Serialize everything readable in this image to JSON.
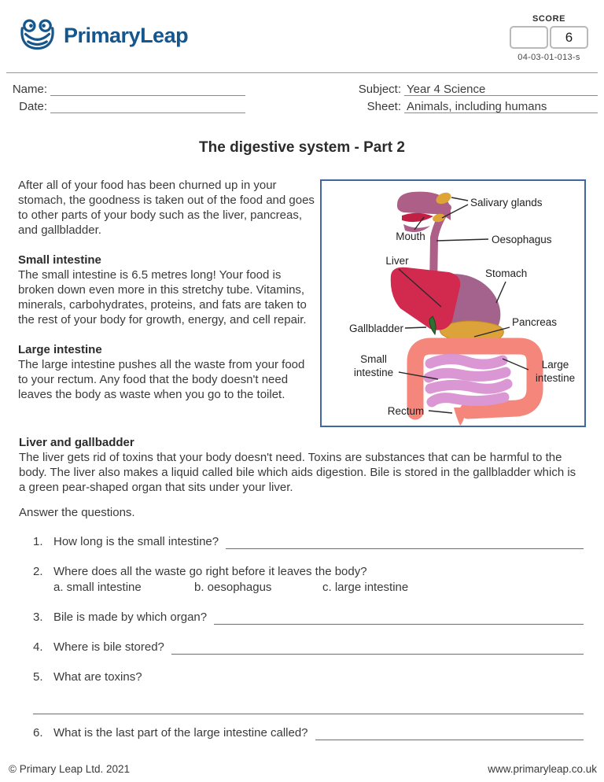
{
  "brand": {
    "name": "PrimaryLeap",
    "color": "#15568d"
  },
  "score": {
    "label": "SCORE",
    "value": "6",
    "code": "04-03-01-013-s"
  },
  "fields": {
    "name_label": "Name:",
    "date_label": "Date:",
    "subject_label": "Subject:",
    "subject_value": "Year 4 Science",
    "sheet_label": "Sheet:",
    "sheet_value": "Animals, including humans"
  },
  "title": "The digestive system - Part 2",
  "intro": "After all of your food has been churned up in your stomach, the goodness is taken out of the food and goes to other parts of your body such as the liver, pancreas, and gallbladder.",
  "sections": [
    {
      "heading": "Small intestine",
      "body": "The small intestine is 6.5 metres long! Your food is broken down even more in this stretchy tube. Vitamins, minerals, carbohydrates, proteins, and fats are taken to the rest of your body for growth, energy, and cell repair."
    },
    {
      "heading": "Large intestine",
      "body": "The large intestine pushes all the waste from your food to your rectum. Any food that the body doesn't need leaves the body as waste when you go to the toilet."
    },
    {
      "heading": "Liver and gallbadder",
      "body": "The liver gets rid of toxins that your body doesn't need. Toxins are substances that can be harmful to the body. The liver also makes a liquid called bile which aids digestion. Bile is stored in the gallbladder which is a green pear-shaped organ that sits under your liver."
    }
  ],
  "diagram": {
    "border_color": "#40679e",
    "labels": {
      "salivary_glands": "Salivary glands",
      "mouth": "Mouth",
      "oesophagus": "Oesophagus",
      "liver": "Liver",
      "stomach": "Stomach",
      "gallbladder": "Gallbladder",
      "pancreas": "Pancreas",
      "small_intestine_1": "Small",
      "small_intestine_2": "intestine",
      "large_intestine_1": "Large",
      "large_intestine_2": "intestine",
      "rectum": "Rectum"
    },
    "colors": {
      "head": "#ad5f87",
      "mouth": "#c21f45",
      "salivary": "#dfa437",
      "oesophagus": "#ad5f87",
      "stomach": "#a4638c",
      "liver": "#d22a4e",
      "gallbladder": "#2e7032",
      "pancreas": "#dca33a",
      "large_intestine": "#f5867b",
      "small_intestine": "#da97d3"
    }
  },
  "answer_prompt": "Answer the questions.",
  "questions": [
    {
      "num": "1.",
      "text": "How long is the small intestine?"
    },
    {
      "num": "2.",
      "text": "Where does all the waste go right before it leaves the body?",
      "options": [
        "a. small intestine",
        "b. oesophagus",
        "c. large intestine"
      ]
    },
    {
      "num": "3.",
      "text": "Bile is made by which organ?"
    },
    {
      "num": "4.",
      "text": "Where is bile stored?"
    },
    {
      "num": "5.",
      "text": "What are toxins?"
    },
    {
      "num": "6.",
      "text": "What is the last part of the large intestine called?"
    }
  ],
  "footer": {
    "left": "© Primary Leap Ltd. 2021",
    "right": "www.primaryleap.co.uk"
  }
}
